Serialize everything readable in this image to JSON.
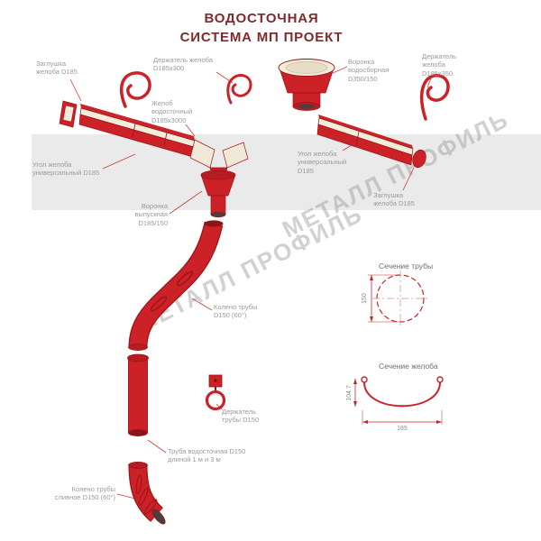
{
  "title": {
    "line1": "ВОДОСТОЧНАЯ",
    "line2": "СИСТЕМА МП ПРОЕКТ"
  },
  "watermark": "МЕТАЛЛ ПРОФИЛЬ",
  "labels": {
    "zaglushka_top_left": "Заглушка желоба D185",
    "derzhatel_zheloba_300": "Держатель желоба D185х300",
    "voronka_vodosbornaya": "Воронка водосборная D350/150",
    "derzhatel_zheloba_350": "Держатель желоба D185х350",
    "zhelob_vodostochny": "Желоб водосточный D185х3000",
    "ugol_zheloba_left": "Угол желоба универсальный D185",
    "ugol_zheloba_right": "Угол желоба универсальный D185",
    "zaglushka_right": "Заглушка желоба D185",
    "voronka_vypusknaya": "Воронка выпускная D185/150",
    "koleno_truby": "Колено трубы D150 (60°)",
    "derzhatel_truby": "Держатель трубы D150",
    "truba_vodostochnaya": "Труба водосточная D150 длиной 1 м и 3 м",
    "koleno_slivnoe": "Колено трубы сливное D150 (60°)"
  },
  "sections": {
    "pipe": {
      "title": "Сечение трубы",
      "diameter": "150"
    },
    "gutter": {
      "title": "Сечение желоба",
      "width": "185",
      "depth": "104.7"
    }
  },
  "colors": {
    "part_red": "#cb2127",
    "part_dark_red": "#9c1317",
    "cream": "#f2ecdb",
    "title_red": "#7d2b2c",
    "label_gray": "#9a9a9a",
    "band_gray": "#eaeaea"
  }
}
